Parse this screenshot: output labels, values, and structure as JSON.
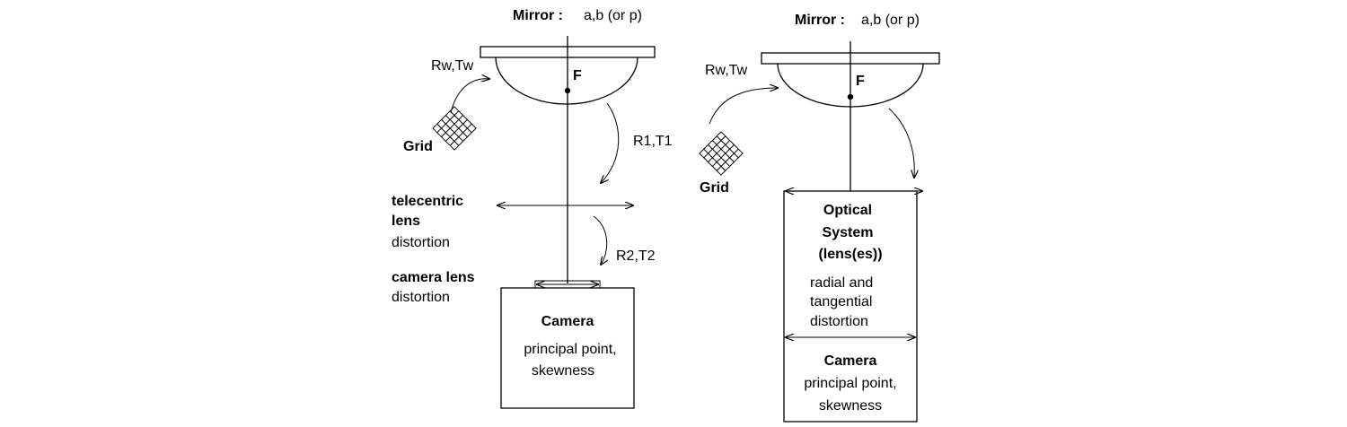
{
  "left": {
    "mirror_label": "Mirror :",
    "mirror_params": "a,b (or p)",
    "focus": "F",
    "world_transform": "Rw,Tw",
    "grid": "Grid",
    "transform_1": "R1,T1",
    "transform_2": "R2,T2",
    "telecentric_line1": "telecentric",
    "telecentric_line2": "lens",
    "telecentric_sub": "distortion",
    "camera_lens": "camera lens",
    "camera_lens_sub": "distortion",
    "camera_title": "Camera",
    "camera_line1": "principal point,",
    "camera_line2": "skewness"
  },
  "right": {
    "mirror_label": "Mirror :",
    "mirror_params": "a,b (or p)",
    "focus": "F",
    "world_transform": "Rw,Tw",
    "grid": "Grid",
    "optical_line1": "Optical",
    "optical_line2": "System",
    "optical_line3": "(lens(es))",
    "distortion_line1": "radial and",
    "distortion_line2": "tangential",
    "distortion_line3": "distortion",
    "camera_title": "Camera",
    "camera_line1": "principal point,",
    "camera_line2": "skewness"
  }
}
